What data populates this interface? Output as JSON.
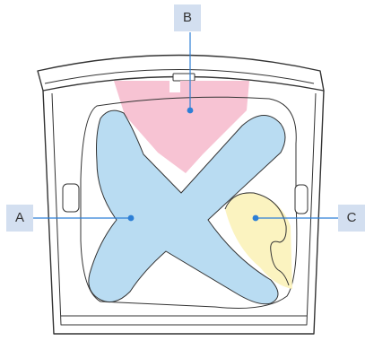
{
  "colors": {
    "region_a": "#b9dcf2",
    "region_b": "#f7c3d3",
    "region_c": "#fbf3c0",
    "leader_line": "#2d7fd6",
    "label_background": "#d3dff0",
    "housing_stroke": "#333333"
  },
  "callouts": {
    "a": {
      "label": "A"
    },
    "b": {
      "label": "B"
    },
    "c": {
      "label": "C"
    }
  }
}
